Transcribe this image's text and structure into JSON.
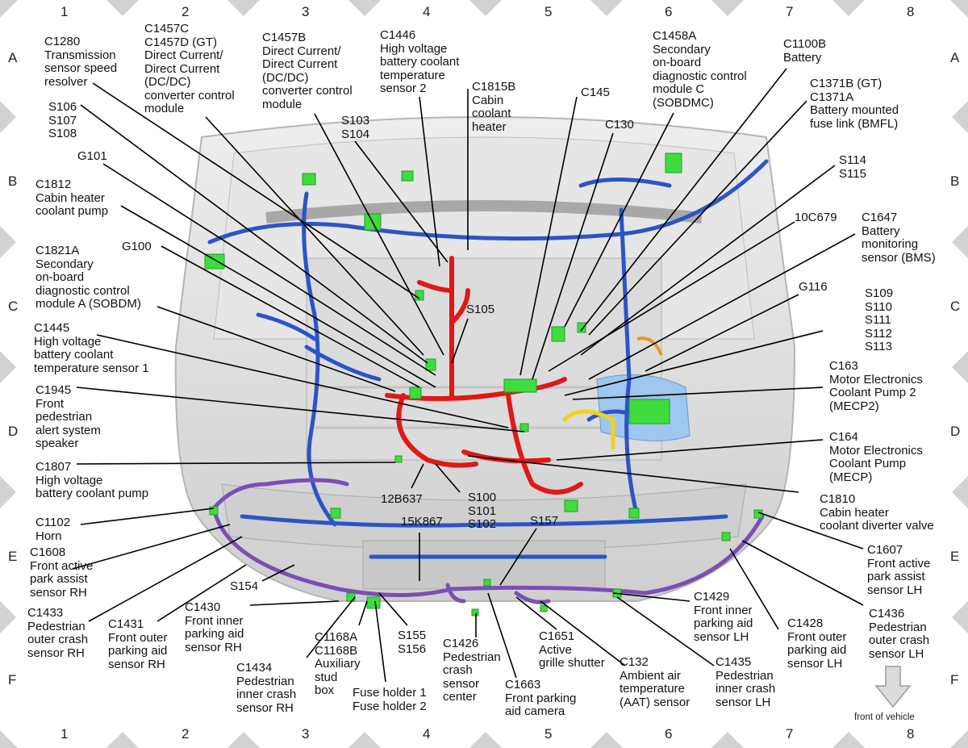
{
  "grid": {
    "columns": [
      "1",
      "2",
      "3",
      "4",
      "5",
      "6",
      "7",
      "8"
    ],
    "rows": [
      "A",
      "B",
      "C",
      "D",
      "E",
      "F"
    ]
  },
  "callouts": {
    "c1280": "C1280\nTransmission\nsensor speed\nresolver",
    "c1457c": "C1457C\nC1457D (GT)\nDirect Current/\nDirect Current\n(DC/DC)\nconverter control\nmodule",
    "c1457b": "C1457B\nDirect Current/\nDirect Current\n(DC/DC)\nconverter control\nmodule",
    "c1446": "C1446\nHigh voltage\nbattery coolant\ntemperature\nsensor 2",
    "c1815b": "C1815B\nCabin\ncoolant\nheater",
    "c145": "C145",
    "c1458a": "C1458A\nSecondary\non-board\ndiagnostic control\nmodule C\n(SOBDMC)",
    "c1100b": "C1100B\nBattery",
    "c1371b": "C1371B (GT)\nC1371A\nBattery mounted\nfuse link (BMFL)",
    "s106": "S106\nS107\nS108",
    "s103": "S103\nS104",
    "c130": "C130",
    "g101": "G101",
    "c1812": "C1812\nCabin heater\ncoolant pump",
    "s114": "S114\nS115",
    "x10c679": "10C679",
    "c1647": "C1647\nBattery\nmonitoring\nsensor (BMS)",
    "g100": "G100",
    "c1821a": "C1821A\nSecondary\non-board\ndiagnostic control\nmodule A (SOBDM)",
    "s105": "S105",
    "g116": "G116",
    "s109": "S109\nS110\nS111\nS112\nS113",
    "c1445": "C1445\nHigh voltage\nbattery coolant\ntemperature sensor 1",
    "c163": "C163\nMotor Electronics\nCoolant Pump 2\n(MECP2)",
    "c1945": "C1945\nFront\npedestrian\nalert system\nspeaker",
    "c164": "C164\nMotor Electronics\nCoolant Pump\n(MECP)",
    "c1807": "C1807\nHigh voltage\nbattery coolant pump",
    "x12b637": "12B637",
    "s100": "S100\nS101\nS102",
    "c1810": "C1810\nCabin heater\ncoolant diverter valve",
    "c1102": "C1102\nHorn",
    "x15k867": "15K867",
    "s157": "S157",
    "c1608": "C1608\nFront active\npark assist\nsensor RH",
    "c1607": "C1607\nFront active\npark assist\nsensor LH",
    "s154": "S154",
    "c1433": "C1433\nPedestrian\nouter crash\nsensor RH",
    "c1431": "C1431\nFront outer\nparking aid\nsensor RH",
    "c1430": "C1430\nFront inner\nparking aid\nsensor RH",
    "c1429": "C1429\nFront inner\nparking aid\nsensor LH",
    "c1428": "C1428\nFront outer\nparking aid\nsensor LH",
    "c1436": "C1436\nPedestrian\nouter crash\nsensor LH",
    "c1434": "C1434\nPedestrian\ninner crash\nsensor RH",
    "c1168a": "C1168A\nC1168B\nAuxiliary\nstud\nbox",
    "fuse": "Fuse holder 1\nFuse holder 2",
    "s155": "S155\nS156",
    "c1426": "C1426\nPedestrian\ncrash\nsensor\ncenter",
    "c1663": "C1663\nFront parking\naid camera",
    "c1651": "C1651\nActive\ngrille shutter",
    "c132": "C132\nAmbient air\ntemperature\n(AAT) sensor",
    "c1435": "C1435\nPedestrian\ninner crash\nsensor LH"
  },
  "front_label": "front of vehicle",
  "colors": {
    "harness_blue": "#2a55c8",
    "harness_red": "#e01818",
    "harness_purple": "#7a4fb5",
    "harness_yellow": "#f2d21b",
    "connector_green": "#3fdc3f",
    "body_gray": "#d9d9d9",
    "diamond_gray": "#d2d2d2"
  }
}
